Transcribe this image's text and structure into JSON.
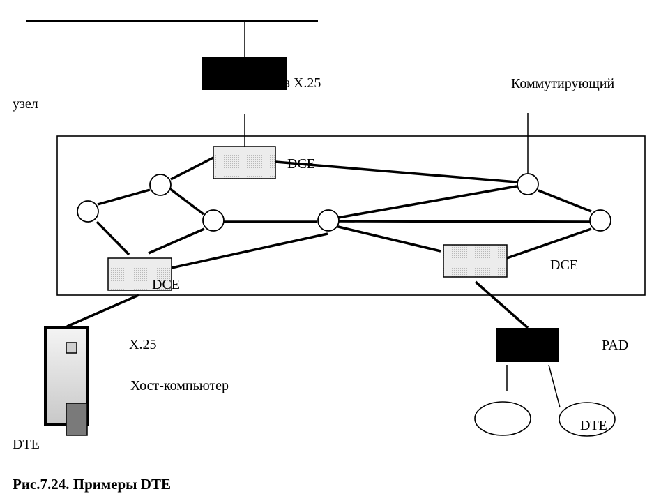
{
  "labels": {
    "gateway": "з X.25",
    "switch_word": "Коммутирующий",
    "node_word": "узел",
    "dce_top": "DCE",
    "dce_left": "DCE",
    "dce_right": "DCE",
    "x25": "X.25",
    "host": "Хост-компьютер",
    "dte_left": "DTE",
    "pad": "PAD",
    "dte_right": "DTE"
  },
  "caption": "Рис.7.24. Примеры DTE",
  "colors": {
    "line": "#000000",
    "dce_fill": "#e4e4e4",
    "black_box": "#000000",
    "host_fill": "#f2f2f2",
    "host_inner": "#8c8c8c",
    "node_fill": "#ffffff"
  }
}
